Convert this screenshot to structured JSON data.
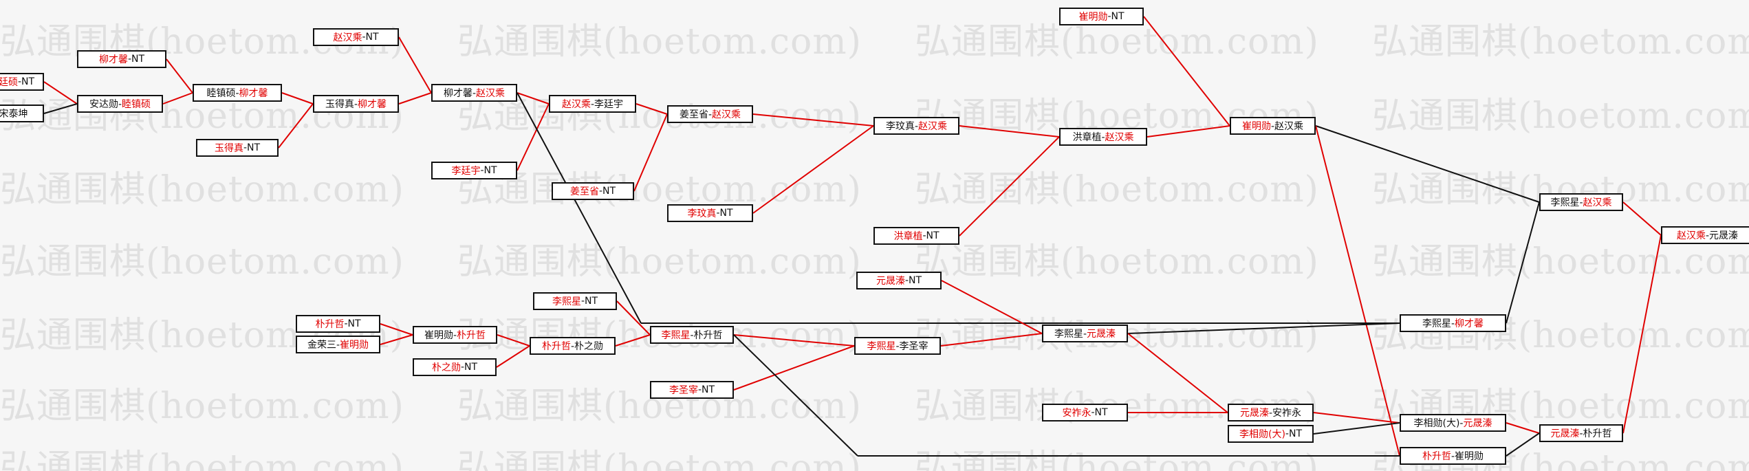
{
  "watermark": "弘通围棋(hoetom.com)",
  "colors": {
    "win": "#e00000",
    "loss": "#111111",
    "background": "#f6f6f6"
  },
  "nodes": [
    {
      "id": "m1",
      "parts": [
        {
          "t": "朴廷硕",
          "w": 1
        },
        {
          "t": "-NT",
          "w": 0
        }
      ]
    },
    {
      "id": "m2",
      "parts": [
        {
          "t": "-宋泰坤",
          "w": 0
        }
      ]
    },
    {
      "id": "p1a",
      "parts": [
        {
          "t": "柳才馨",
          "w": 1
        },
        {
          "t": "-NT",
          "w": 0
        }
      ]
    },
    {
      "id": "p1b",
      "parts": [
        {
          "t": "安达勋-",
          "w": 0
        },
        {
          "t": "睦镇硕",
          "w": 1
        }
      ]
    },
    {
      "id": "p1c",
      "parts": [
        {
          "t": "睦镇硕-",
          "w": 0
        },
        {
          "t": "柳才馨",
          "w": 1
        }
      ]
    },
    {
      "id": "p1d",
      "parts": [
        {
          "t": "玉得真",
          "w": 1
        },
        {
          "t": "-NT",
          "w": 0
        }
      ]
    },
    {
      "id": "p1e",
      "parts": [
        {
          "t": "赵汉乘",
          "w": 1
        },
        {
          "t": "-NT",
          "w": 0
        }
      ]
    },
    {
      "id": "p1f",
      "parts": [
        {
          "t": "玉得真-",
          "w": 0
        },
        {
          "t": "柳才馨",
          "w": 1
        }
      ]
    },
    {
      "id": "p1g",
      "parts": [
        {
          "t": "柳才馨-",
          "w": 0
        },
        {
          "t": "赵汉乘",
          "w": 1
        }
      ]
    },
    {
      "id": "p1h",
      "parts": [
        {
          "t": "李廷宇",
          "w": 1
        },
        {
          "t": "-NT",
          "w": 0
        }
      ]
    },
    {
      "id": "p1i",
      "parts": [
        {
          "t": "赵汉乘",
          "w": 1
        },
        {
          "t": "-李廷宇",
          "w": 0
        }
      ]
    },
    {
      "id": "p1j",
      "parts": [
        {
          "t": "姜至省",
          "w": 1
        },
        {
          "t": "-NT",
          "w": 0
        }
      ]
    },
    {
      "id": "p1k",
      "parts": [
        {
          "t": "姜至省-",
          "w": 0
        },
        {
          "t": "赵汉乘",
          "w": 1
        }
      ]
    },
    {
      "id": "p1l",
      "parts": [
        {
          "t": "李玟真",
          "w": 1
        },
        {
          "t": "-NT",
          "w": 0
        }
      ]
    },
    {
      "id": "p1m",
      "parts": [
        {
          "t": "李玟真-",
          "w": 0
        },
        {
          "t": "赵汉乘",
          "w": 1
        }
      ]
    },
    {
      "id": "p1n",
      "parts": [
        {
          "t": "洪章植",
          "w": 1
        },
        {
          "t": "-NT",
          "w": 0
        }
      ]
    },
    {
      "id": "p1o",
      "parts": [
        {
          "t": "洪章植-",
          "w": 0
        },
        {
          "t": "赵汉乘",
          "w": 1
        }
      ]
    },
    {
      "id": "p1p",
      "parts": [
        {
          "t": "崔明勋",
          "w": 1
        },
        {
          "t": "-NT",
          "w": 0
        }
      ]
    },
    {
      "id": "p1q",
      "parts": [
        {
          "t": "崔明勋",
          "w": 1
        },
        {
          "t": "-赵汉乘",
          "w": 0
        }
      ]
    },
    {
      "id": "p2a",
      "parts": [
        {
          "t": "朴升哲",
          "w": 1
        },
        {
          "t": "-NT",
          "w": 0
        }
      ]
    },
    {
      "id": "p2b",
      "parts": [
        {
          "t": "金荣三-",
          "w": 0
        },
        {
          "t": "崔明勋",
          "w": 1
        }
      ]
    },
    {
      "id": "p2c",
      "parts": [
        {
          "t": "崔明勋-",
          "w": 0
        },
        {
          "t": "朴升哲",
          "w": 1
        }
      ]
    },
    {
      "id": "p2d",
      "parts": [
        {
          "t": "朴之勋",
          "w": 1
        },
        {
          "t": "-NT",
          "w": 0
        }
      ]
    },
    {
      "id": "p2e",
      "parts": [
        {
          "t": "朴升哲",
          "w": 1
        },
        {
          "t": "-朴之勋",
          "w": 0
        }
      ]
    },
    {
      "id": "p2f",
      "parts": [
        {
          "t": "李熙星",
          "w": 1
        },
        {
          "t": "-NT",
          "w": 0
        }
      ]
    },
    {
      "id": "p2g",
      "parts": [
        {
          "t": "李熙星",
          "w": 1
        },
        {
          "t": "-朴升哲",
          "w": 0
        }
      ]
    },
    {
      "id": "p2h",
      "parts": [
        {
          "t": "李圣宰",
          "w": 1
        },
        {
          "t": "-NT",
          "w": 0
        }
      ]
    },
    {
      "id": "p2i",
      "parts": [
        {
          "t": "李熙星",
          "w": 1
        },
        {
          "t": "-李圣宰",
          "w": 0
        }
      ]
    },
    {
      "id": "p2j",
      "parts": [
        {
          "t": "元晟溱",
          "w": 1
        },
        {
          "t": "-NT",
          "w": 0
        }
      ]
    },
    {
      "id": "p2k",
      "parts": [
        {
          "t": "李熙星-",
          "w": 0
        },
        {
          "t": "元晟溱",
          "w": 1
        }
      ]
    },
    {
      "id": "p2l",
      "parts": [
        {
          "t": "安祚永",
          "w": 1
        },
        {
          "t": "-NT",
          "w": 0
        }
      ]
    },
    {
      "id": "p2m",
      "parts": [
        {
          "t": "元晟溱",
          "w": 1
        },
        {
          "t": "-安祚永",
          "w": 0
        }
      ]
    },
    {
      "id": "p2n",
      "parts": [
        {
          "t": "李相勋(大)",
          "w": 1
        },
        {
          "t": "-NT",
          "w": 0
        }
      ]
    },
    {
      "id": "f1",
      "parts": [
        {
          "t": "李熙星-",
          "w": 0
        },
        {
          "t": "柳才馨",
          "w": 1
        }
      ]
    },
    {
      "id": "f2",
      "parts": [
        {
          "t": "李熙星-",
          "w": 0
        },
        {
          "t": "赵汉乘",
          "w": 1
        }
      ]
    },
    {
      "id": "f3",
      "parts": [
        {
          "t": "李相勋(大)-",
          "w": 0
        },
        {
          "t": "元晟溱",
          "w": 1
        }
      ]
    },
    {
      "id": "f4",
      "parts": [
        {
          "t": "朴升哲",
          "w": 1
        },
        {
          "t": "-崔明勋",
          "w": 0
        }
      ]
    },
    {
      "id": "f5",
      "parts": [
        {
          "t": "元晟溱",
          "w": 1
        },
        {
          "t": "-朴升哲",
          "w": 0
        }
      ]
    },
    {
      "id": "fin",
      "parts": [
        {
          "t": "赵汉乘",
          "w": 1
        },
        {
          "t": "-元晟溱",
          "w": 0
        }
      ]
    }
  ],
  "edges": [
    {
      "from": "m1",
      "to": "p1b",
      "c": "r"
    },
    {
      "from": "m2",
      "to": "p1b",
      "c": "k"
    },
    {
      "from": "p1a",
      "to": "p1c",
      "c": "r"
    },
    {
      "from": "p1b",
      "to": "p1c",
      "c": "r"
    },
    {
      "from": "p1c",
      "to": "p1f",
      "c": "r"
    },
    {
      "from": "p1d",
      "to": "p1f",
      "c": "r"
    },
    {
      "from": "p1e",
      "to": "p1g",
      "c": "r"
    },
    {
      "from": "p1f",
      "to": "p1g",
      "c": "r"
    },
    {
      "from": "p1g",
      "to": "p1i",
      "c": "r"
    },
    {
      "from": "p1h",
      "to": "p1i",
      "c": "r"
    },
    {
      "from": "p1i",
      "to": "p1k",
      "c": "r"
    },
    {
      "from": "p1j",
      "to": "p1k",
      "c": "r"
    },
    {
      "from": "p1k",
      "to": "p1m",
      "c": "r"
    },
    {
      "from": "p1l",
      "to": "p1m",
      "c": "r"
    },
    {
      "from": "p1m",
      "to": "p1o",
      "c": "r"
    },
    {
      "from": "p1n",
      "to": "p1o",
      "c": "r"
    },
    {
      "from": "p1o",
      "to": "p1q",
      "c": "r"
    },
    {
      "from": "p1p",
      "to": "p1q",
      "c": "r"
    },
    {
      "from": "p1q",
      "to": "f2",
      "c": "k"
    },
    {
      "from": "p1q",
      "to": "f4",
      "c": "r"
    },
    {
      "from": "p1g",
      "to": "f1",
      "c": "k"
    },
    {
      "from": "f1",
      "to": "f2",
      "c": "k"
    },
    {
      "from": "f2",
      "to": "fin",
      "c": "r"
    },
    {
      "from": "p2a",
      "to": "p2c",
      "c": "r"
    },
    {
      "from": "p2b",
      "to": "p2c",
      "c": "r"
    },
    {
      "from": "p2c",
      "to": "p2e",
      "c": "r"
    },
    {
      "from": "p2d",
      "to": "p2e",
      "c": "r"
    },
    {
      "from": "p2e",
      "to": "p2g",
      "c": "r"
    },
    {
      "from": "p2f",
      "to": "p2g",
      "c": "r"
    },
    {
      "from": "p2g",
      "to": "p2i",
      "c": "r"
    },
    {
      "from": "p2h",
      "to": "p2i",
      "c": "r"
    },
    {
      "from": "p2i",
      "to": "p2k",
      "c": "r"
    },
    {
      "from": "p2j",
      "to": "p2k",
      "c": "r"
    },
    {
      "from": "p2k",
      "to": "f1",
      "c": "k"
    },
    {
      "from": "p2k",
      "to": "p2m",
      "c": "r"
    },
    {
      "from": "p2l",
      "to": "p2m",
      "c": "r"
    },
    {
      "from": "p2m",
      "to": "f3",
      "c": "r"
    },
    {
      "from": "p2n",
      "to": "f3",
      "c": "k"
    },
    {
      "from": "p2g",
      "to": "f4",
      "c": "k"
    },
    {
      "from": "f3",
      "to": "f5",
      "c": "r"
    },
    {
      "from": "f4",
      "to": "f5",
      "c": "k"
    },
    {
      "from": "f5",
      "to": "fin",
      "c": "r"
    }
  ]
}
